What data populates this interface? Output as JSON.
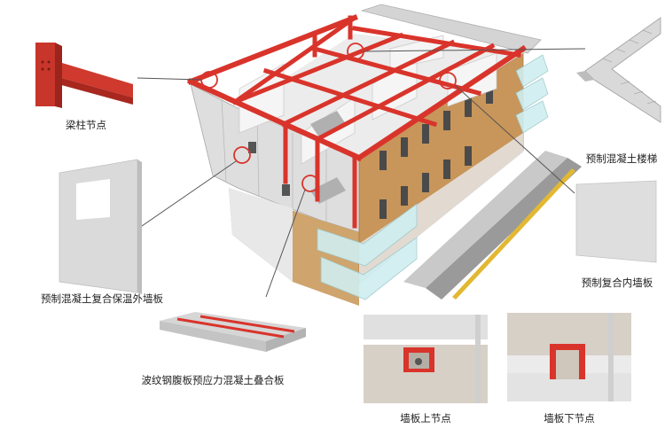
{
  "labels": {
    "beam_column_joint": "梁柱节点",
    "precast_stair": "预制混凝土楼梯",
    "precast_exterior_wall": "预制混凝土复合保温外墙板",
    "precast_interior_wall": "预制复合内墙板",
    "corrugated_slab": "波纹钢腹板预应力混凝土叠合板",
    "wall_top_node": "墙板上节点",
    "wall_bottom_node": "墙板下节点"
  },
  "colors": {
    "steel_frame": "#d9342b",
    "highlight_circle": "#d9342b",
    "leader_line": "#555555",
    "wood_facade": "#c8955a",
    "concrete": "#dadada"
  }
}
